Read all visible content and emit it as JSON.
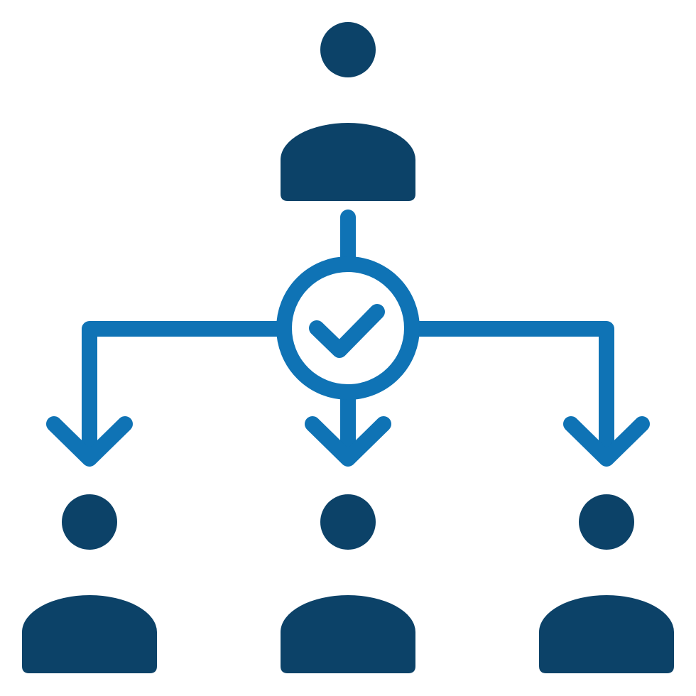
{
  "icon": {
    "name": "delegation-hierarchy-icon",
    "colors": {
      "people": "#0C4268",
      "connector": "#0F73B5",
      "background": "#FFFFFF"
    },
    "people": [
      {
        "role": "manager",
        "icon": "person-icon"
      },
      {
        "role": "team-member-left",
        "icon": "person-icon"
      },
      {
        "role": "team-member-center",
        "icon": "person-icon"
      },
      {
        "role": "team-member-right",
        "icon": "person-icon"
      }
    ],
    "hub": {
      "icon": "check-circle-icon"
    },
    "branches": [
      {
        "icon": "arrow-down-icon"
      },
      {
        "icon": "arrow-down-icon"
      },
      {
        "icon": "arrow-down-icon"
      }
    ]
  }
}
